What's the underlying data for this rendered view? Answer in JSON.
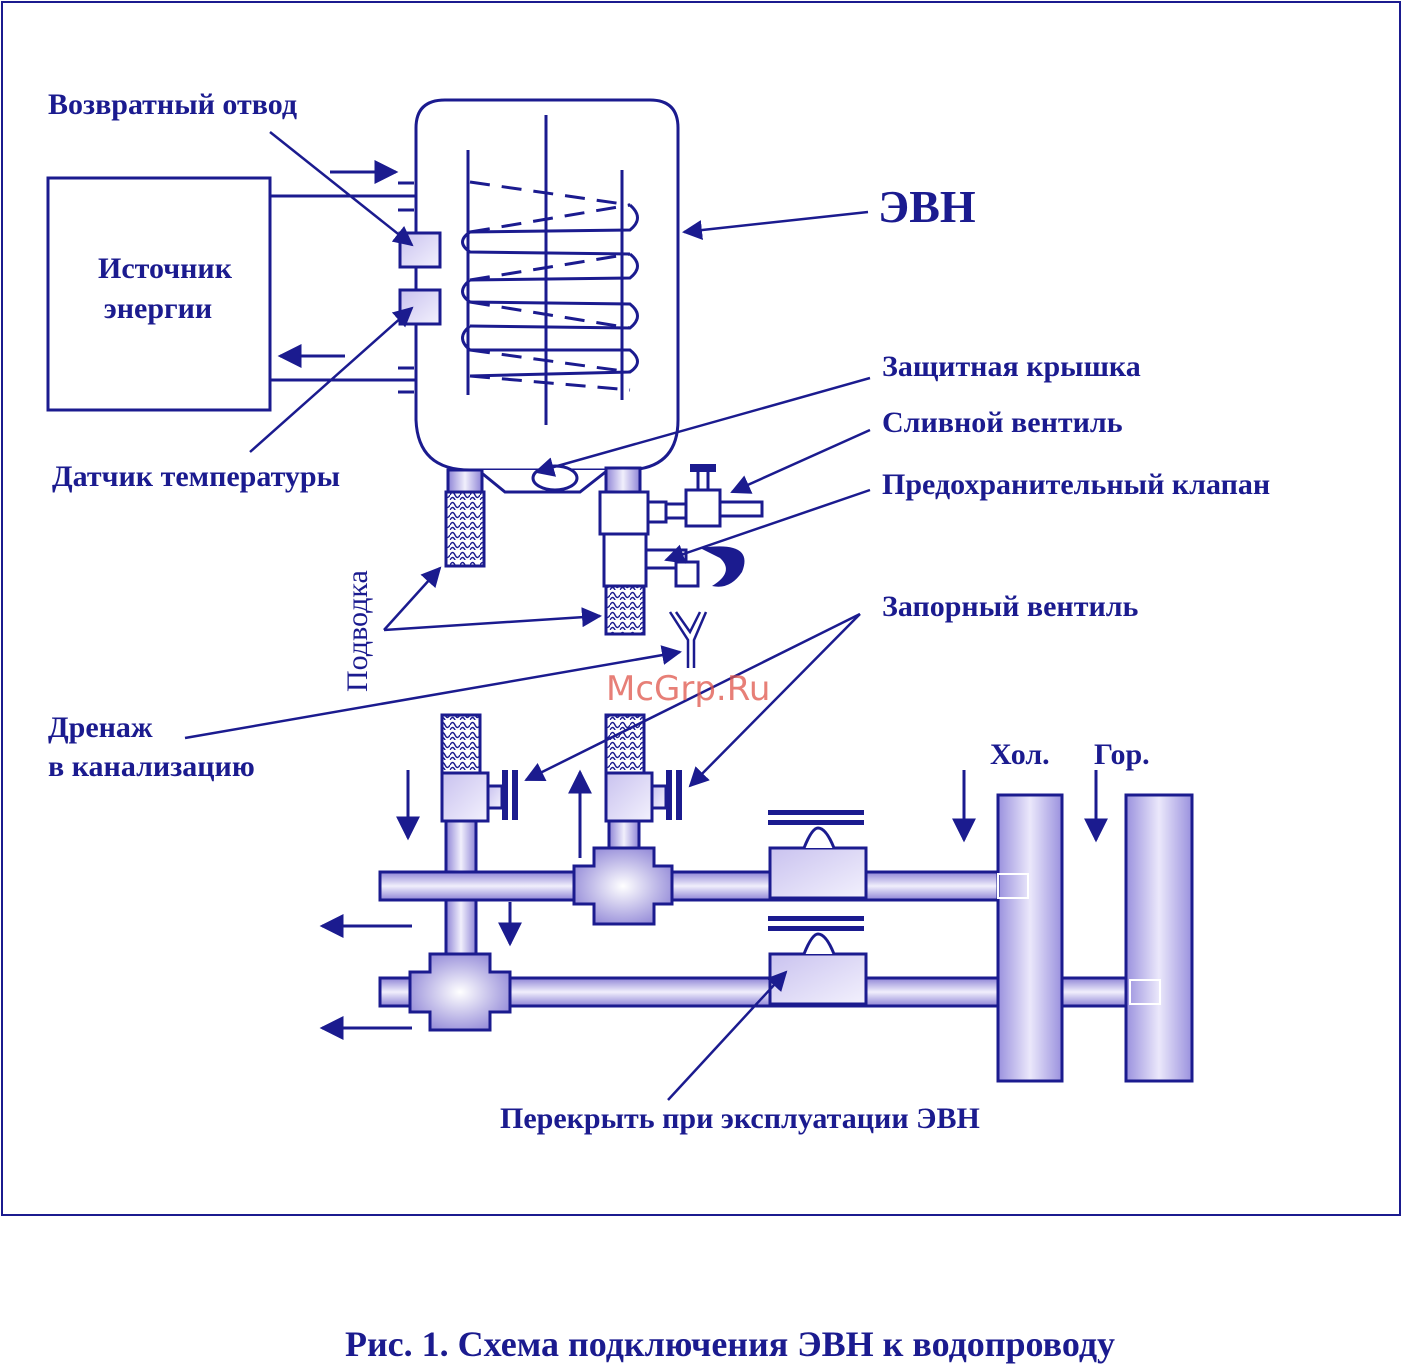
{
  "labels": {
    "return_outlet": "Возвратный отвод",
    "energy_source_line1": "Источник",
    "energy_source_line2": "энергии",
    "temp_sensor": "Датчик температуры",
    "evn": "ЭВН",
    "protective_cover": "Защитная крышка",
    "drain_valve": "Сливной вентиль",
    "safety_valve": "Предохранительный клапан",
    "shutoff_valve": "Запорный вентиль",
    "supply": "Подводка",
    "drainage_line1": "Дренаж",
    "drainage_line2": "в канализацию",
    "cold": "Хол.",
    "hot": "Гор.",
    "close_during_operation": "Перекрыть при эксплуатации ЭВН"
  },
  "watermark": "McGrp.Ru",
  "caption": "Рис. 1.  Схема подключения ЭВН к водопроводу",
  "colors": {
    "ink": "#1b1b8f",
    "pipe_light": "#efedfb",
    "pipe_dark": "#8e84d6",
    "watermark": "#e0554a"
  }
}
